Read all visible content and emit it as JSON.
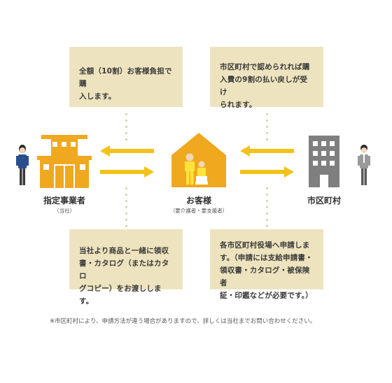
{
  "notes": {
    "top_left": "全額（10割）お客様負担で購\n入します。",
    "top_right": "市区町村で認められれば購\n入費の9割の払い戻しが受け\nられます。",
    "bottom_left": "当社より商品と一緒に領収\n書・カタログ（またはカタロ\nグコピー）をお渡しします。",
    "bottom_right": "各市区町村役場へ申請しま\nす。（申請には支給申請書・\n領収書・カタログ・被保険者\n証・印鑑などが必要です。）"
  },
  "actors": {
    "provider": {
      "label": "指定事業者",
      "sub": "（当社）"
    },
    "customer": {
      "label": "お客様",
      "sub": "（要介護者・要支援者）"
    },
    "municipality": {
      "label": "市区町村"
    }
  },
  "footnote": "※市区町村により、申請方法が違う場合がありますので、詳しくは当社までお問い合わせください。",
  "colors": {
    "arrow": "#f2c21a",
    "house": "#f0a81e",
    "provider_building": "#f0a81e",
    "municipal_building": "#7f7f7f",
    "note_bg": "#ede3be"
  }
}
